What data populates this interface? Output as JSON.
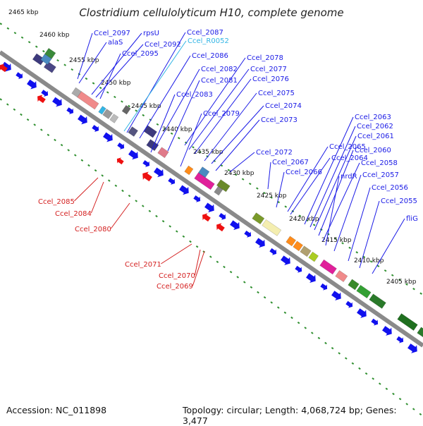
{
  "title": "Clostridium cellulolyticum H10, complete genome",
  "footer": {
    "accession": "Accession: NC_011898",
    "summary": "Topology: circular; Length: 4,068,724 bp; Genes: 3,477"
  },
  "colors": {
    "forward_label": "#1a1ae6",
    "reverse_label": "#d42020",
    "rna_label": "#33b5e5",
    "backbone": "#8a8a8a",
    "ruler": "#2f8f2f",
    "forward_arrow": "#1010ee",
    "reverse_arrow": "#ee1010"
  },
  "kbp_labels": [
    "2465 kbp",
    "2460 kbp",
    "2455 kbp",
    "2450 kbp",
    "2445 kbp",
    "2440 kbp",
    "2435 kbp",
    "2430 kbp",
    "2425 kbp",
    "2420 kbp",
    "2415 kbp",
    "2410 kbp",
    "2405 kbp"
  ],
  "forward_labels": [
    "Ccel_2097",
    "alaS",
    "rpsU",
    "Ccel_2092",
    "Ccel_2095",
    "Ccel_2087",
    "Ccel_R0052",
    "Ccel_2086",
    "Ccel_2082",
    "Ccel_2081",
    "Ccel_2083",
    "Ccel_2078",
    "Ccel_2077",
    "Ccel_2076",
    "Ccel_2079",
    "Ccel_2075",
    "Ccel_2074",
    "Ccel_2073",
    "Ccel_2072",
    "Ccel_2067",
    "Ccel_2066",
    "Ccel_2065",
    "Ccel_2064",
    "Ccel_2063",
    "Ccel_2062",
    "Ccel_2061",
    "Ccel_2060",
    "Ccel_2058",
    "nrdR",
    "Ccel_2057",
    "Ccel_2056",
    "Ccel_2055",
    "fliG"
  ],
  "reverse_labels": [
    "Ccel_2085",
    "Ccel_2084",
    "Ccel_2080",
    "Ccel_2071",
    "Ccel_2070",
    "Ccel_2069"
  ]
}
